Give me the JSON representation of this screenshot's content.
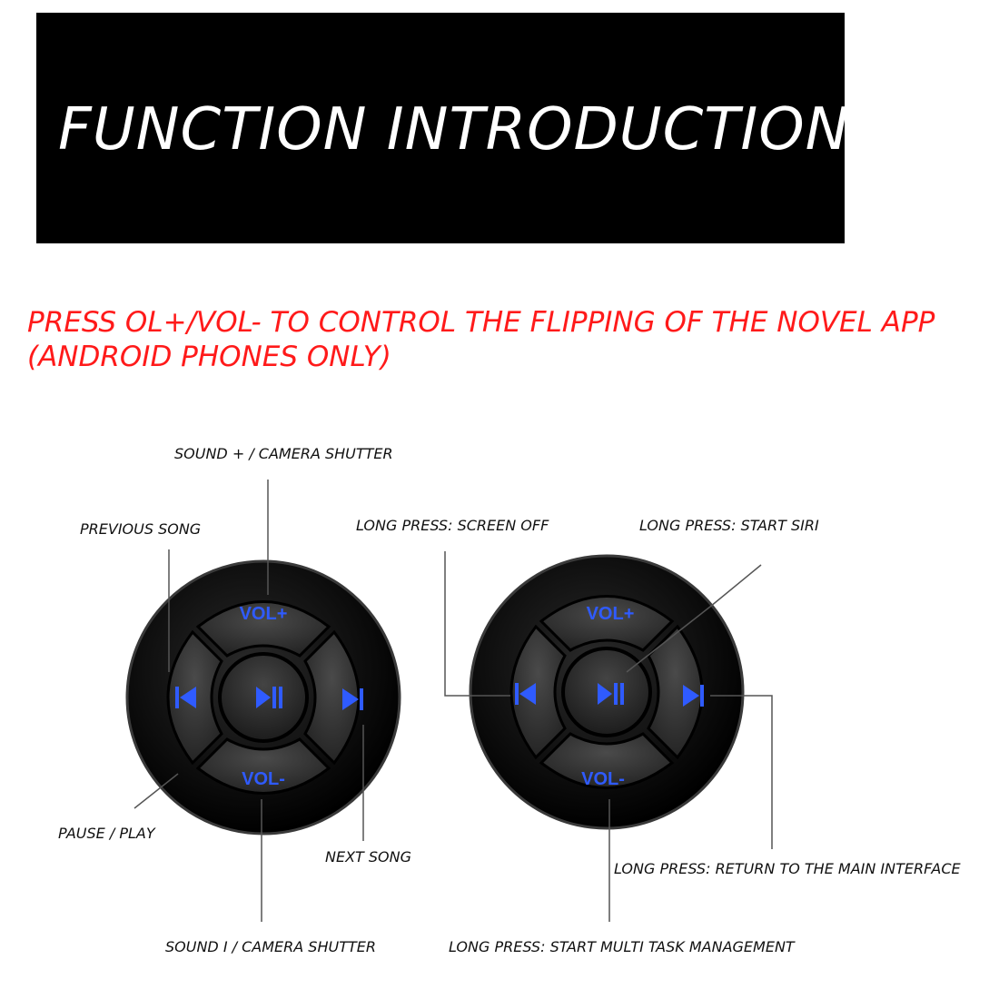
{
  "header": {
    "title": "FUNCTION INTRODUCTION"
  },
  "note": {
    "text": "PRESS OL+/VOL- TO CONTROL THE FLIPPING OF THE NOVEL APP (ANDROID PHONES ONLY)"
  },
  "colors": {
    "banner": "#000000",
    "note_text": "#ff1a1a",
    "button_glyph": "#2f5bff",
    "remote_body": "#0a0a0a"
  },
  "left_remote": {
    "buttons": {
      "vol_plus": "VOL+",
      "vol_minus": "VOL-",
      "center_icon": "play-pause-icon",
      "left_icon": "previous-track-icon",
      "right_icon": "next-track-icon"
    },
    "labels": {
      "top": "SOUND + / CAMERA SHUTTER",
      "previous": "PREVIOUS SONG",
      "pause_play": "PAUSE / PLAY",
      "next": "NEXT SONG",
      "bottom": "SOUND I / CAMERA SHUTTER"
    }
  },
  "right_remote": {
    "buttons": {
      "vol_plus": "VOL+",
      "vol_minus": "VOL-",
      "center_icon": "play-pause-icon",
      "left_icon": "previous-track-icon",
      "right_icon": "next-track-icon"
    },
    "labels": {
      "screen_off": "LONG PRESS: SCREEN OFF",
      "siri": "LONG PRESS: START SIRI",
      "main_interface": "LONG PRESS: RETURN TO THE MAIN INTERFACE",
      "multitask": "LONG PRESS: START MULTI TASK MANAGEMENT"
    }
  }
}
